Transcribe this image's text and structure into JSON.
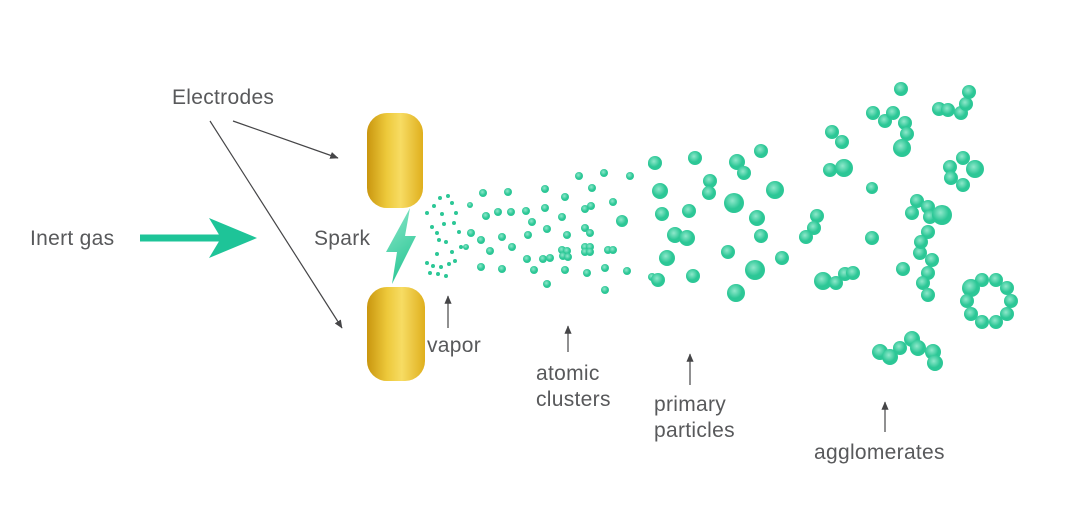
{
  "colors": {
    "teal": "#2CC796",
    "teal_bright": "#1EC498",
    "teal_light": "#8FE8CB",
    "gold_dark": "#C9960F",
    "gold_mid": "#EDC93B",
    "gold_light": "#F7DC63",
    "gold_edge": "#DFAF1D",
    "label_text": "#58595B",
    "arrow_line": "#454547"
  },
  "labels": {
    "electrodes": "Electrodes",
    "inert_gas": "Inert gas",
    "spark": "Spark",
    "vapor": "vapor",
    "atomic_clusters_line1": "atomic",
    "atomic_clusters_line2": "clusters",
    "primary_particles_line1": "primary",
    "primary_particles_line2": "particles",
    "agglomerates": "agglomerates"
  },
  "particles": {
    "vapor": [
      [
        440,
        198,
        2
      ],
      [
        448,
        196,
        2
      ],
      [
        434,
        206,
        2
      ],
      [
        452,
        203,
        2
      ],
      [
        427,
        213,
        2
      ],
      [
        442,
        214,
        2
      ],
      [
        456,
        213,
        2
      ],
      [
        432,
        227,
        2
      ],
      [
        444,
        224,
        2
      ],
      [
        454,
        223,
        2
      ],
      [
        459,
        232,
        2
      ],
      [
        437,
        233,
        2
      ],
      [
        439,
        240,
        2
      ],
      [
        446,
        242,
        2
      ],
      [
        461,
        247,
        2
      ],
      [
        452,
        252,
        2
      ],
      [
        437,
        254,
        2
      ],
      [
        427,
        263,
        2
      ],
      [
        433,
        266,
        2
      ],
      [
        441,
        267,
        2
      ],
      [
        449,
        264,
        2
      ],
      [
        455,
        261,
        2
      ],
      [
        430,
        273,
        2
      ],
      [
        438,
        274,
        2
      ],
      [
        446,
        276,
        2
      ]
    ],
    "atomic_clusters": [
      [
        483,
        193,
        4
      ],
      [
        508,
        192,
        4
      ],
      [
        545,
        189,
        4
      ],
      [
        565,
        197,
        4
      ],
      [
        579,
        176,
        4
      ],
      [
        592,
        188,
        4
      ],
      [
        604,
        173,
        4
      ],
      [
        630,
        176,
        4
      ],
      [
        653,
        164,
        5
      ],
      [
        470,
        205,
        3
      ],
      [
        486,
        216,
        4
      ],
      [
        498,
        212,
        4
      ],
      [
        511,
        212,
        4
      ],
      [
        526,
        211,
        4
      ],
      [
        545,
        208,
        4
      ],
      [
        562,
        217,
        4
      ],
      [
        585,
        209,
        4
      ],
      [
        591,
        206,
        4
      ],
      [
        613,
        202,
        4
      ],
      [
        622,
        221,
        6
      ],
      [
        471,
        233,
        4
      ],
      [
        481,
        240,
        4
      ],
      [
        490,
        251,
        4
      ],
      [
        502,
        237,
        4
      ],
      [
        512,
        247,
        4
      ],
      [
        528,
        235,
        4
      ],
      [
        532,
        222,
        4
      ],
      [
        547,
        229,
        4
      ],
      [
        567,
        235,
        4
      ],
      [
        585,
        228,
        4
      ],
      [
        590,
        233,
        4
      ],
      [
        466,
        247,
        3
      ],
      [
        481,
        267,
        4
      ],
      [
        502,
        269,
        4
      ],
      [
        527,
        259,
        4
      ],
      [
        534,
        270,
        4
      ],
      [
        543,
        259,
        4
      ],
      [
        550,
        258,
        4
      ],
      [
        562,
        250,
        4
      ],
      [
        567,
        251,
        4
      ],
      [
        563,
        256,
        4
      ],
      [
        568,
        257,
        4
      ],
      [
        585,
        247,
        4
      ],
      [
        590,
        247,
        4
      ],
      [
        585,
        252,
        4
      ],
      [
        590,
        252,
        4
      ],
      [
        608,
        250,
        4
      ],
      [
        613,
        250,
        4
      ],
      [
        565,
        270,
        4
      ],
      [
        587,
        273,
        4
      ],
      [
        605,
        268,
        4
      ],
      [
        627,
        271,
        4
      ],
      [
        547,
        284,
        4
      ],
      [
        605,
        290,
        4
      ],
      [
        652,
        277,
        4
      ]
    ],
    "primary": [
      [
        655,
        163,
        7
      ],
      [
        695,
        158,
        7
      ],
      [
        737,
        162,
        8
      ],
      [
        761,
        151,
        7
      ],
      [
        744,
        173,
        7
      ],
      [
        710,
        181,
        7
      ],
      [
        709,
        193,
        7
      ],
      [
        660,
        191,
        8
      ],
      [
        775,
        190,
        9
      ],
      [
        734,
        203,
        10
      ],
      [
        662,
        214,
        7
      ],
      [
        689,
        211,
        7
      ],
      [
        757,
        218,
        8
      ],
      [
        675,
        235,
        8
      ],
      [
        687,
        238,
        8
      ],
      [
        761,
        236,
        7
      ],
      [
        728,
        252,
        7
      ],
      [
        667,
        258,
        8
      ],
      [
        782,
        258,
        7
      ],
      [
        755,
        270,
        10
      ],
      [
        658,
        280,
        7
      ],
      [
        693,
        276,
        7
      ],
      [
        736,
        293,
        9
      ]
    ],
    "agglomerates": [
      [
        901,
        89,
        7
      ],
      [
        872,
        188,
        6
      ],
      [
        872,
        238,
        7
      ],
      [
        920,
        253,
        7
      ],
      [
        932,
        260,
        7
      ],
      [
        873,
        113,
        7
      ],
      [
        885,
        121,
        7
      ],
      [
        893,
        113,
        7
      ],
      [
        905,
        123,
        7
      ],
      [
        907,
        134,
        7
      ],
      [
        902,
        148,
        9
      ],
      [
        939,
        109,
        7
      ],
      [
        948,
        110,
        7
      ],
      [
        961,
        113,
        7
      ],
      [
        966,
        104,
        7
      ],
      [
        969,
        92,
        7
      ],
      [
        832,
        132,
        7
      ],
      [
        842,
        142,
        7
      ],
      [
        830,
        170,
        7
      ],
      [
        844,
        168,
        9
      ],
      [
        963,
        158,
        7
      ],
      [
        950,
        167,
        7
      ],
      [
        975,
        169,
        9
      ],
      [
        951,
        178,
        7
      ],
      [
        963,
        185,
        7
      ],
      [
        917,
        201,
        7
      ],
      [
        912,
        213,
        7
      ],
      [
        928,
        207,
        7
      ],
      [
        930,
        217,
        7
      ],
      [
        942,
        215,
        10
      ],
      [
        928,
        232,
        7
      ],
      [
        921,
        242,
        7
      ],
      [
        823,
        281,
        9
      ],
      [
        836,
        283,
        7
      ],
      [
        845,
        274,
        7
      ],
      [
        853,
        273,
        7
      ],
      [
        903,
        269,
        7
      ],
      [
        928,
        273,
        7
      ],
      [
        923,
        283,
        7
      ],
      [
        928,
        295,
        7
      ],
      [
        817,
        216,
        7
      ],
      [
        814,
        228,
        7
      ],
      [
        806,
        237,
        7
      ],
      [
        1011,
        301,
        7
      ],
      [
        1007,
        288,
        7
      ],
      [
        996,
        280,
        7
      ],
      [
        982,
        280,
        7
      ],
      [
        971,
        288,
        9
      ],
      [
        967,
        301,
        7
      ],
      [
        971,
        314,
        7
      ],
      [
        982,
        322,
        7
      ],
      [
        996,
        322,
        7
      ],
      [
        1007,
        314,
        7
      ],
      [
        880,
        352,
        8
      ],
      [
        890,
        357,
        8
      ],
      [
        900,
        348,
        7
      ],
      [
        912,
        339,
        8
      ],
      [
        918,
        348,
        8
      ],
      [
        933,
        352,
        8
      ],
      [
        935,
        363,
        8
      ]
    ]
  }
}
